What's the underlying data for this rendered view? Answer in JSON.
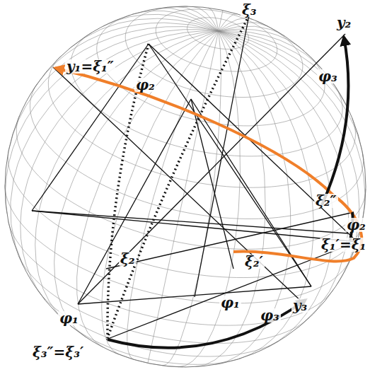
{
  "diagram": {
    "labels": [
      "ξ₃",
      "y₂",
      "y₁=ξ₁″",
      "φ₂",
      "φ₃",
      "ξ₂″",
      "φ₂",
      "ξ₂",
      "ξ₂′",
      "ξ₁′=ξ₁",
      "φ₁",
      "y₃",
      "φ₃",
      "φ₁",
      "ξ₃″=ξ₃′"
    ]
  }
}
